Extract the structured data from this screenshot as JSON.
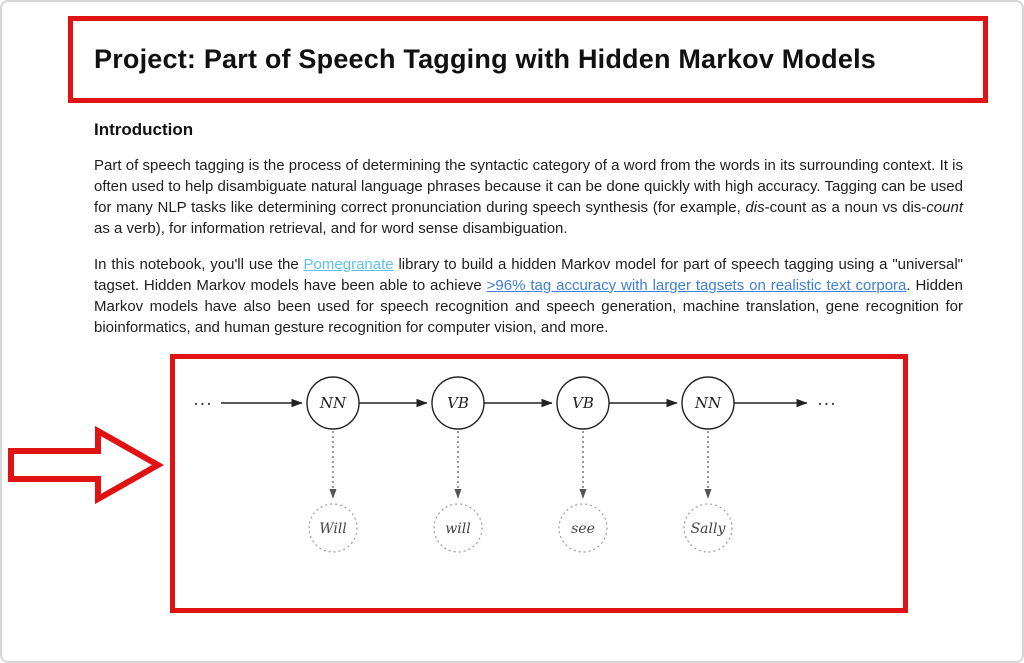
{
  "page": {
    "title": "Project: Part of Speech Tagging with Hidden Markov Models"
  },
  "intro": {
    "heading": "Introduction",
    "p1_segments": [
      {
        "text": "Part of speech tagging is the process of determining the syntactic category of a word from the words in its surrounding context. It is often used to help disambiguate natural language phrases because it can be done quickly with high accuracy. Tagging can be used for many NLP tasks like determining correct pronunciation during speech synthesis (for example, "
      },
      {
        "text": "dis",
        "italic": true
      },
      {
        "text": "-count as a noun vs dis-"
      },
      {
        "text": "count",
        "italic": true
      },
      {
        "text": " as a verb), for information retrieval, and for word sense disambiguation."
      }
    ],
    "p2": {
      "before_link1": "In this notebook, you'll use the ",
      "link1": "Pomegranate",
      "between_links": " library to build a hidden Markov model for part of speech tagging using a \"universal\" tagset. Hidden Markov models have been able to achieve ",
      "link2": ">96% tag accuracy with larger tagsets on realistic text corpora",
      "after_link2": ". Hidden Markov models have also been used for speech recognition and speech generation, machine translation, gene recognition for bioinformatics, and human gesture recognition for computer vision, and more."
    }
  },
  "diagram": {
    "left_ellipsis": "...",
    "right_ellipsis": "...",
    "states": [
      "NN",
      "VB",
      "VB",
      "NN"
    ],
    "observations": [
      "Will",
      "will",
      "see",
      "Sally"
    ]
  },
  "colors": {
    "annotation_red": "#e01212",
    "link_light": "#5ec1e8",
    "link_blue": "#3f7fd6"
  }
}
